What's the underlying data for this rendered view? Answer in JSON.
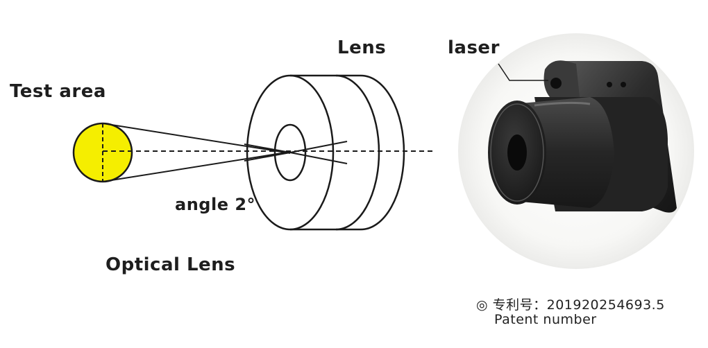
{
  "labels": {
    "test_area": "Test area",
    "lens": "Lens",
    "laser": "laser",
    "angle": "angle 2°",
    "optical_lens": "Optical Lens"
  },
  "patent": {
    "line1": "◎ 专利号：201920254693.5",
    "line2": "Patent number"
  },
  "colors": {
    "test_area_fill": "#f5ee00",
    "outline": "#1a1a1a",
    "device_body": "#2a2a2a"
  }
}
